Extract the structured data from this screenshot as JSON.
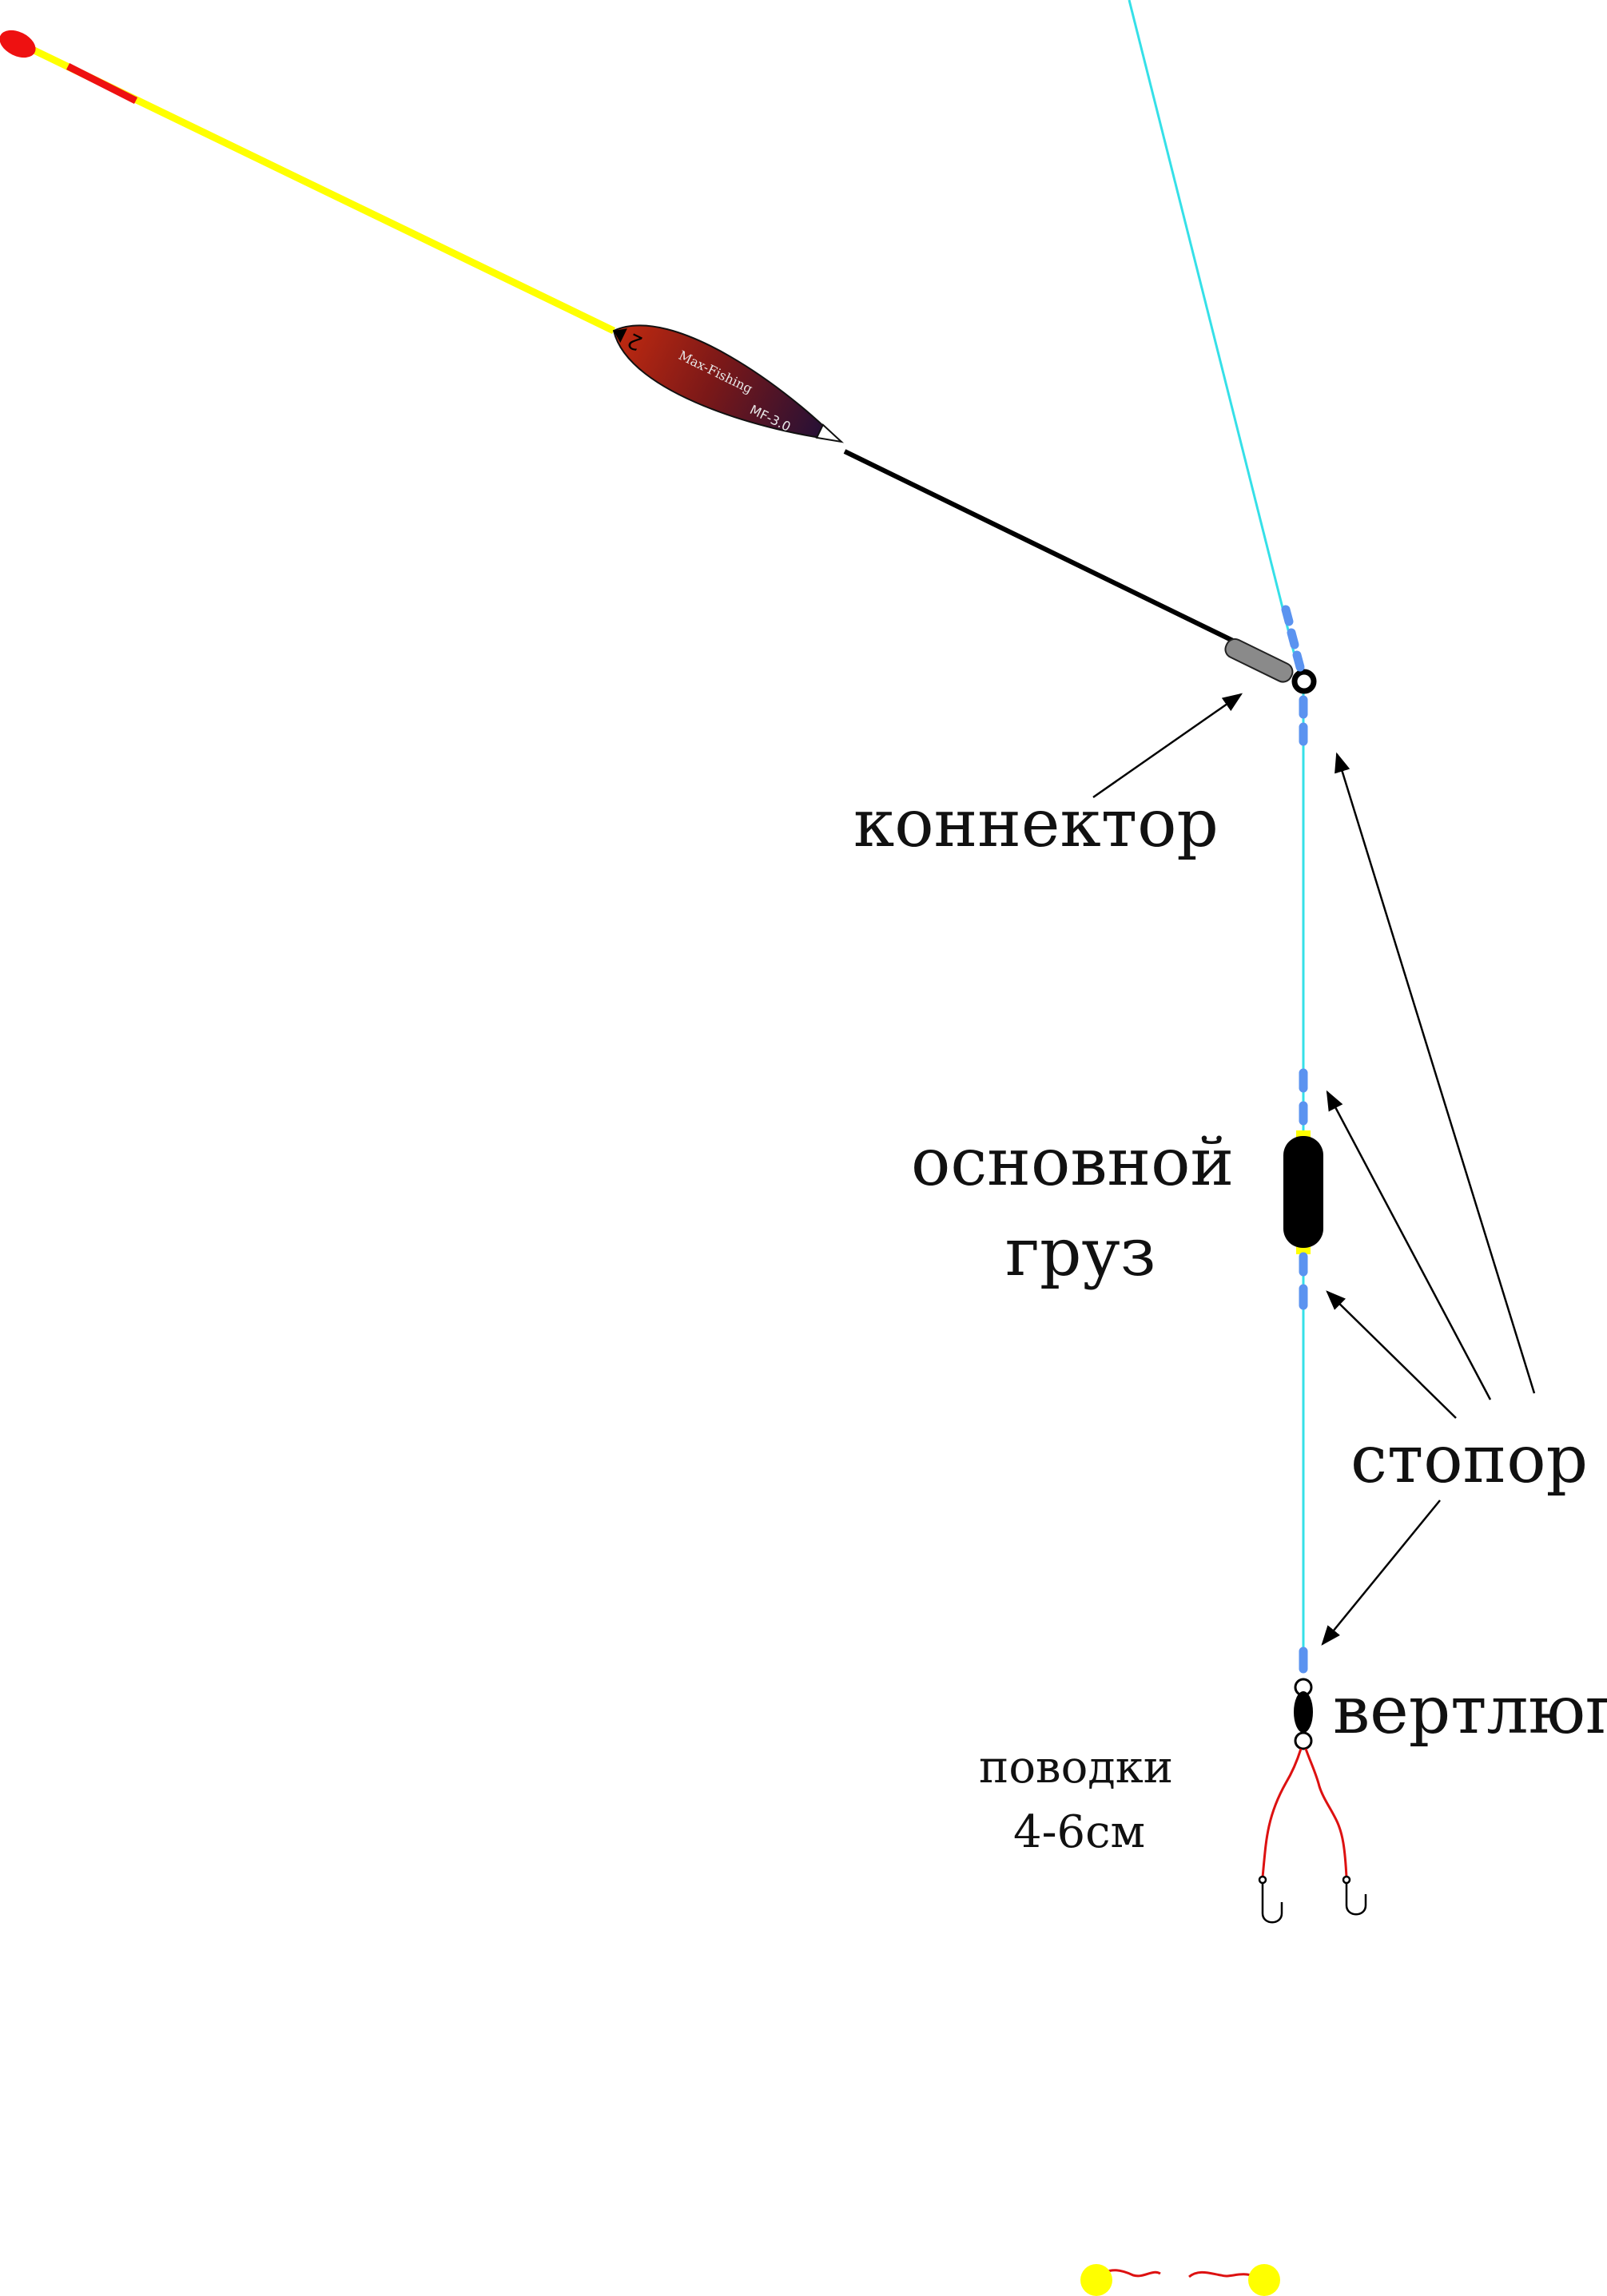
{
  "labels": {
    "connector": "коннектор",
    "main_weight_line1": "основной",
    "main_weight_line2": "груз",
    "stopper": "стопор",
    "swivel": "вертлюг",
    "leaders_line1": "поводки",
    "leaders_line2": "4-6см"
  },
  "float": {
    "body_marks": [
      "2",
      "Max-Fishing",
      "MF-3.0"
    ]
  },
  "colors": {
    "main_line": "#35e0e8",
    "antenna": "#ffff00",
    "antenna_tip": "#ee1111",
    "keel": "#000000",
    "connector": "#8a8a8a",
    "stopper": "#5b93f0",
    "weight": "#000000",
    "leader": "#dd1111",
    "bead": "#ffff00"
  },
  "icons": {
    "float": "float-icon",
    "connector": "connector-icon",
    "swivel": "swivel-icon",
    "hook": "hook-icon"
  }
}
